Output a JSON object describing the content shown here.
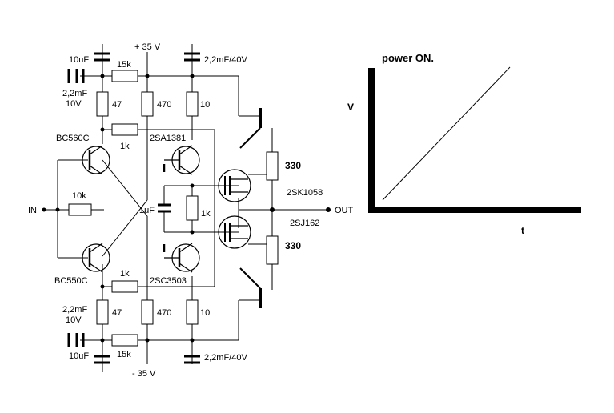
{
  "schematic": {
    "supply_pos": "+ 35 V",
    "supply_neg": "- 35 V",
    "input_label": "IN",
    "output_label": "OUT",
    "c_top_small": "10uF",
    "c_top_large": "2,2mF/40V",
    "c_bot_small": "10uF",
    "c_bot_large": "2,2mF/40V",
    "c_top_bypass": "2,2mF",
    "c_top_bypass_v": "10V",
    "c_bot_bypass": "2,2mF",
    "c_bot_bypass_v": "10V",
    "r_top_feed": "15k",
    "r_bot_feed": "15k",
    "r_top_47": "47",
    "r_top_470": "470",
    "r_top_10": "10",
    "r_bot_47": "47",
    "r_bot_470": "470",
    "r_bot_10": "10",
    "r_top_1k": "1k",
    "r_bot_1k": "1k",
    "r_input": "10k",
    "c_bias": "1uF",
    "pot_bias": "1k",
    "r_gate_top": "330",
    "r_gate_bot": "330",
    "q_top_left": "BC560C",
    "q_bot_left": "BC550C",
    "q_top_mid": "2SA1381",
    "q_bot_mid": "2SC3503",
    "mosfet_n": "2SK1058",
    "mosfet_p": "2SJ162"
  },
  "graph": {
    "title": "power ON.",
    "y_axis": "V",
    "x_axis": "t"
  }
}
